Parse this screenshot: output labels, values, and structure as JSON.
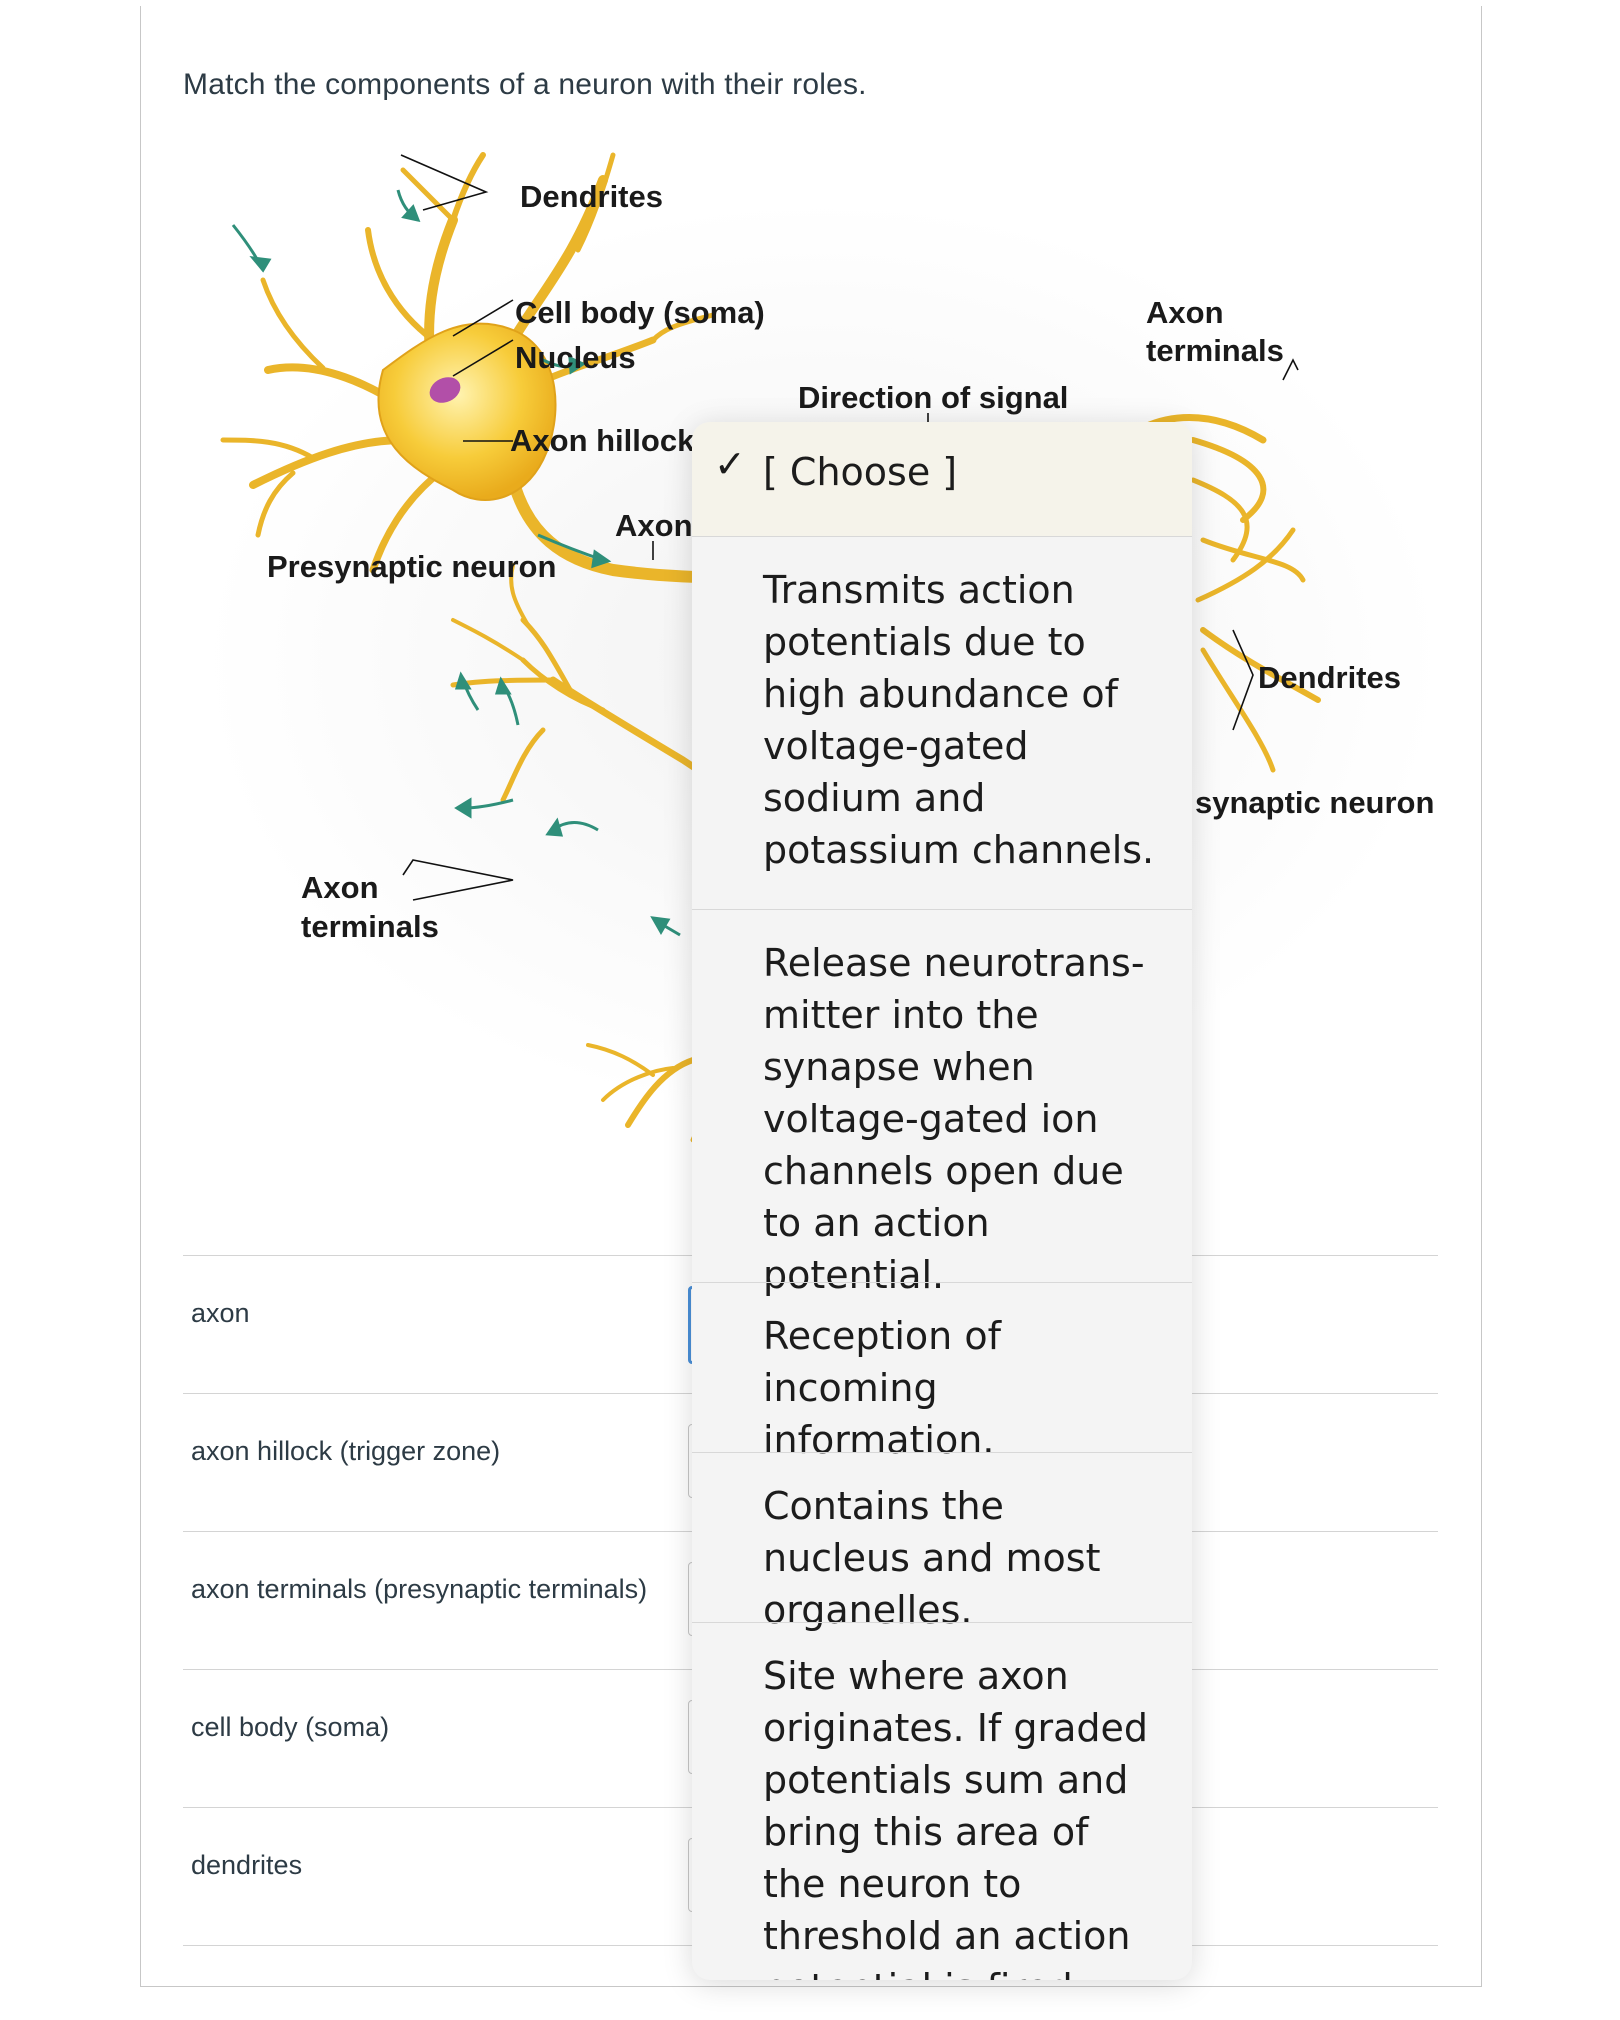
{
  "question": "Match the components of a neuron with their roles.",
  "figure_labels": {
    "dendrites_top": "Dendrites",
    "cell_body": "Cell body (soma)",
    "nucleus": "Nucleus",
    "axon_hillock": "Axon hillock",
    "axon": "Axon",
    "presynaptic_neuron": "Presynaptic neuron",
    "direction_of_signal": "Direction of signal",
    "axon_terminals_right_1": "Axon",
    "axon_terminals_right_2": "terminals",
    "dendrites_right": "Dendrites",
    "postsynaptic_neuron": "synaptic neuron",
    "axon_terminals_left_1": "Axon",
    "axon_terminals_left_2": "terminals"
  },
  "matches": [
    {
      "term": "axon"
    },
    {
      "term": "axon hillock (trigger zone)"
    },
    {
      "term": "axon terminals (presynaptic terminals)"
    },
    {
      "term": "cell body (soma)"
    },
    {
      "term": "dendrites"
    }
  ],
  "dropdown": {
    "selected_check": "✓",
    "options": [
      "[ Choose ]",
      "Transmits action potentials due to high abundance of voltage-gated sodium and potassium channels.",
      "Release neurotrans-mitter into the synapse when voltage-gated ion channels open due to an action potential.",
      "Reception of incoming information.",
      "Contains the nucleus and most organelles.",
      "Site where axon originates. If graded potentials sum and bring this area of the neuron to threshold an action potential is fired."
    ]
  },
  "colors": {
    "neuron_fill": "#f5c533",
    "neuron_stroke": "#e0a21a",
    "nucleus": "#b24fa8",
    "arrow": "#2f8f7a",
    "active_select": "#4a90d9"
  }
}
